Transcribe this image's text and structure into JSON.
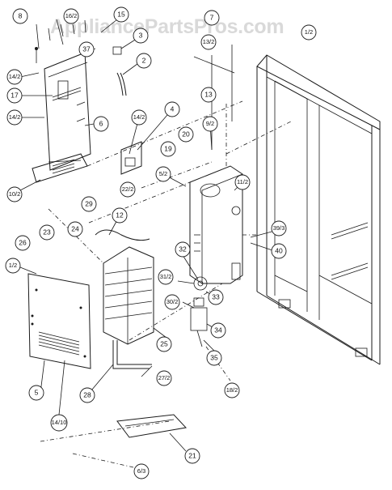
{
  "watermark": "AppliancePartsPros.com",
  "callouts": [
    {
      "id": "c8",
      "label": "8"
    },
    {
      "id": "c16_2",
      "label": "16/2"
    },
    {
      "id": "c15",
      "label": "15"
    },
    {
      "id": "c37",
      "label": "37"
    },
    {
      "id": "c3",
      "label": "3"
    },
    {
      "id": "c2",
      "label": "2"
    },
    {
      "id": "c14_2a",
      "label": "14/2"
    },
    {
      "id": "c17",
      "label": "17"
    },
    {
      "id": "c14_2b",
      "label": "14/2"
    },
    {
      "id": "c6",
      "label": "6"
    },
    {
      "id": "c10_2",
      "label": "10/2"
    },
    {
      "id": "c7",
      "label": "7"
    },
    {
      "id": "c13_2",
      "label": "13/2"
    },
    {
      "id": "c1_2a",
      "label": "1/2"
    },
    {
      "id": "c13",
      "label": "13"
    },
    {
      "id": "c4",
      "label": "4"
    },
    {
      "id": "c14_2c",
      "label": "14/2"
    },
    {
      "id": "c9_2",
      "label": "9/2"
    },
    {
      "id": "c20",
      "label": "20"
    },
    {
      "id": "c19",
      "label": "19"
    },
    {
      "id": "c5_2",
      "label": "5/2"
    },
    {
      "id": "c11_2",
      "label": "11/2"
    },
    {
      "id": "c22_2",
      "label": "22/2"
    },
    {
      "id": "c29",
      "label": "29"
    },
    {
      "id": "c12",
      "label": "12"
    },
    {
      "id": "c39_3",
      "label": "39/3"
    },
    {
      "id": "c40",
      "label": "40"
    },
    {
      "id": "c24",
      "label": "24"
    },
    {
      "id": "c23",
      "label": "23"
    },
    {
      "id": "c26",
      "label": "26"
    },
    {
      "id": "c32",
      "label": "32"
    },
    {
      "id": "c1_2b",
      "label": "1/2"
    },
    {
      "id": "c31_2",
      "label": "31/2"
    },
    {
      "id": "c30_2",
      "label": "30/2"
    },
    {
      "id": "c33",
      "label": "33"
    },
    {
      "id": "c25",
      "label": "25"
    },
    {
      "id": "c34",
      "label": "34"
    },
    {
      "id": "c35",
      "label": "35"
    },
    {
      "id": "c27_2",
      "label": "27/2"
    },
    {
      "id": "c28",
      "label": "28"
    },
    {
      "id": "c18_2",
      "label": "18/2"
    },
    {
      "id": "c5",
      "label": "5"
    },
    {
      "id": "c14_10",
      "label": "14/10"
    },
    {
      "id": "c21",
      "label": "21"
    },
    {
      "id": "c6_3",
      "label": "6/3"
    }
  ]
}
